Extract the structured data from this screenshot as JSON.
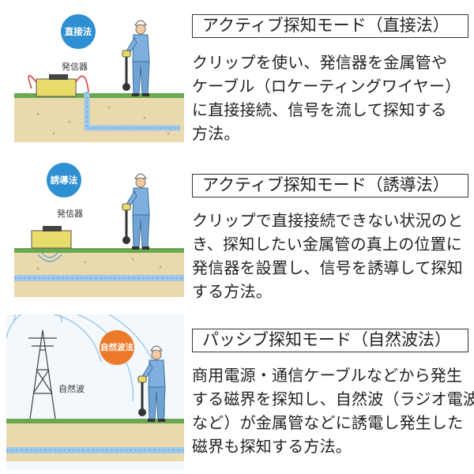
{
  "panels": [
    {
      "badge": "直接法",
      "badge_color": "#2f8fd3",
      "device_label": "発信器",
      "title": "アクティブ探知モード（直接法）",
      "desc_lines": [
        "クリップを使い、発信器を金属管や",
        "ケーブル（ロケーティングワイヤー）",
        "に直接接続、信号を流して探知する",
        "方法。"
      ]
    },
    {
      "badge": "誘導法",
      "badge_color": "#2f8fd3",
      "device_label": "発信器",
      "title": "アクティブ探知モード（誘導法）",
      "desc_lines": [
        "クリップで直接接続できない状況のと",
        "き、探知したい金属管の真上の位置に",
        "発信器を設置し、信号を誘導して探知",
        "する方法。"
      ]
    },
    {
      "badge": "自然波法",
      "badge_color": "#ec7a2a",
      "device_label": "自然波",
      "title": "パッシブ探知モード（自然波法）",
      "desc_lines": [
        "商用電源・通信ケーブルなどから発生",
        "する磁界を探知し、自然波（ラジオ電波",
        "など）が金属管などに誘電し発生した",
        "磁界も探知する方法。"
      ]
    }
  ],
  "colors": {
    "ground": "#e9d9ad",
    "grass": "#6aa84f",
    "pipe": "#9fc9ea",
    "device": "#e8dd6a",
    "worker": "#7fb0dd"
  }
}
